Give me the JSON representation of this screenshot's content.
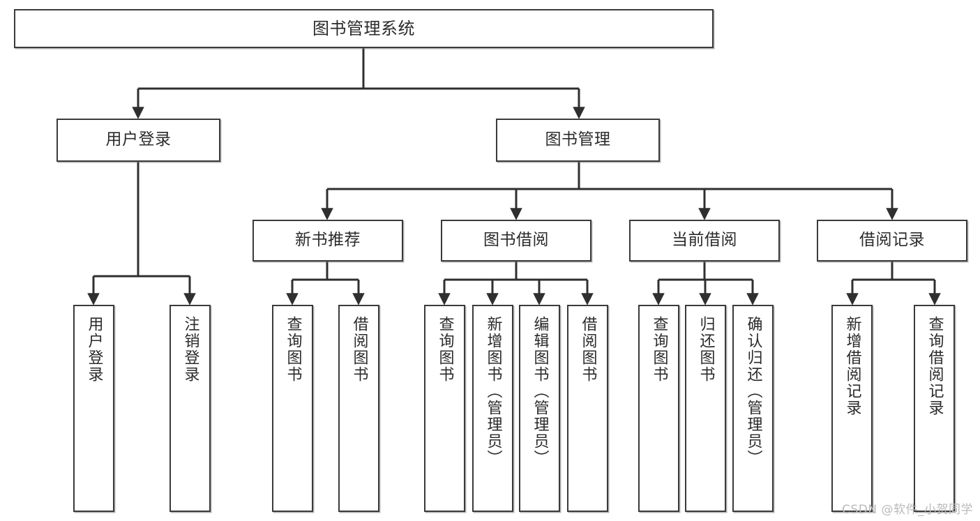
{
  "diagram": {
    "title": "图书管理系统",
    "type": "hierarchy-tree",
    "watermark": "CSDN @软件_小贺同学",
    "colors": {
      "box_border": "#3a3a3a",
      "box_fill": "#ffffff",
      "connector": "#2f2f2f",
      "text": "#2b2b2b",
      "watermark": "#b9b9b9"
    },
    "nodes": {
      "root": {
        "label": "图书管理系统"
      },
      "level2": [
        {
          "label": "用户登录"
        },
        {
          "label": "图书管理"
        }
      ],
      "level3": [
        {
          "label": "新书推荐"
        },
        {
          "label": "图书借阅"
        },
        {
          "label": "当前借阅"
        },
        {
          "label": "借阅记录"
        }
      ],
      "leaves": {
        "user_login": [
          {
            "label": "用户登录"
          },
          {
            "label": "注销登录"
          }
        ],
        "new_book_recommend": [
          {
            "label": "查询图书"
          },
          {
            "label": "借阅图书"
          }
        ],
        "book_borrow": [
          {
            "label": "查询图书"
          },
          {
            "label": "新增图书（管理员）"
          },
          {
            "label": "编辑图书（管理员）"
          },
          {
            "label": "借阅图书"
          }
        ],
        "current_borrow": [
          {
            "label": "查询图书"
          },
          {
            "label": "归还图书"
          },
          {
            "label": "确认归还（管理员）"
          }
        ],
        "borrow_record": [
          {
            "label": "新增借阅记录"
          },
          {
            "label": "查询借阅记录"
          }
        ]
      }
    }
  }
}
